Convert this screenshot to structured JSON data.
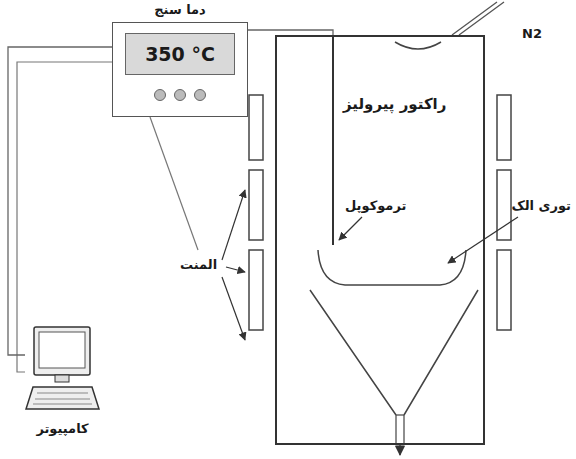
{
  "diagram": {
    "nodes": [
      {
        "text": [
          "دما سنج",
          "350 °C"
        ]
      },
      {
        "text": [
          "کامپیوتر"
        ]
      },
      {
        "text": [
          "راکتور پیرولیز"
        ]
      }
    ],
    "edges": [
      {
        "from": 0,
        "to": 1,
        "arrow": "none"
      },
      {
        "from": 0,
        "to": 2,
        "arrow": "none"
      }
    ],
    "labels": [
      "ترموکوپل",
      "توری الک",
      "المنت",
      "N2"
    ]
  }
}
